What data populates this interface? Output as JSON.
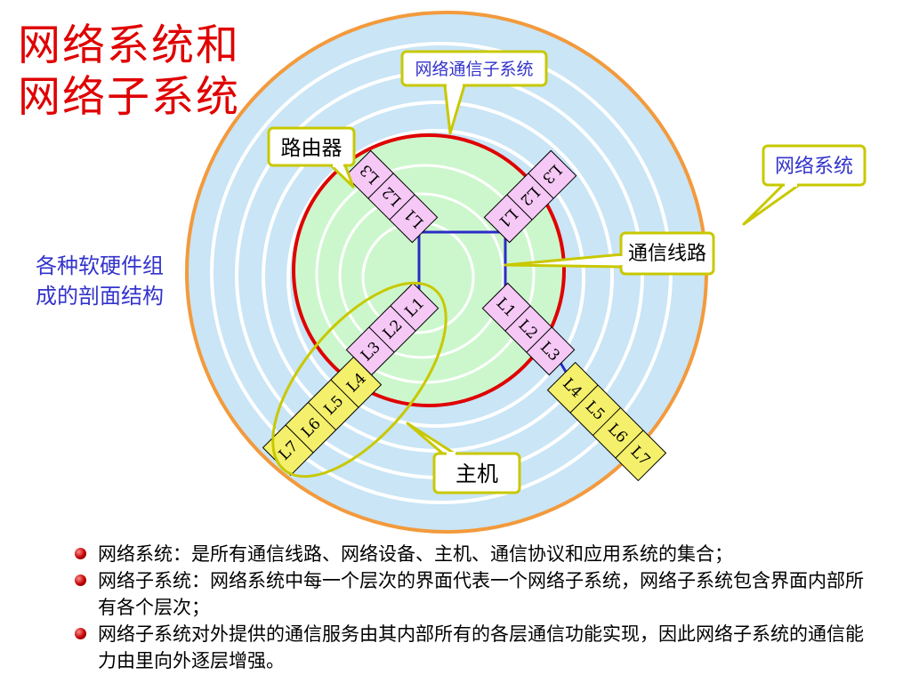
{
  "title": {
    "line1": "网络系统和",
    "line2": "网络子系统"
  },
  "side_note": {
    "line1": "各种软硬件组",
    "line2": "成的剖面结构"
  },
  "callouts": {
    "subsystem": "网络通信子系统",
    "router": "路由器",
    "system": "网络系统",
    "link": "通信线路",
    "host": "主机"
  },
  "layers": {
    "router_top_left": [
      "L3",
      "L2",
      "L1"
    ],
    "router_top_right": [
      "L3",
      "L2",
      "L1"
    ],
    "router_bottom_left": [
      "L1",
      "L2",
      "L3"
    ],
    "router_bottom_right": [
      "L1",
      "L2",
      "L3"
    ],
    "host_left": [
      "L4",
      "L5",
      "L6",
      "L7"
    ],
    "host_right": [
      "L4",
      "L5",
      "L6",
      "L7"
    ]
  },
  "bullets": [
    "网络系统：是所有通信线路、网络设备、主机、通信协议和应用系统的集合；",
    "网络子系统：网络系统中每一个层次的界面代表一个网络子系统，网络子系统包含界面内部所有各个层次；",
    "网络子系统对外提供的通信服务由其内部所有的各层通信功能实现，因此网络子系统的通信能力由里向外逐层增强。"
  ],
  "colors": {
    "title": "#e00000",
    "side_note": "#3333cc",
    "outer_ring": "#f39a3c",
    "outer_fill": "#c9e5f6",
    "inner_ring": "#e00000",
    "inner_fill": "#ccf7cc",
    "router_box": "#f5c8f5",
    "host_box": "#f5f06b",
    "callout_border": "#c8c800",
    "link_line": "#2b2bc8"
  }
}
